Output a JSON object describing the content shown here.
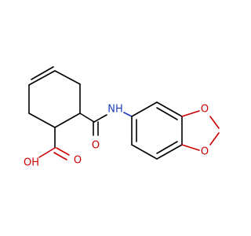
{
  "colors": {
    "carbon": "#000000",
    "oxygen": "#cc0000",
    "nitrogen": "#1f3dbd"
  },
  "labels": {
    "oh": "OH",
    "carboxyl_o": "O",
    "amide_o": "O",
    "nh": "NH",
    "ring_o1": "O",
    "ring_o2": "O"
  }
}
